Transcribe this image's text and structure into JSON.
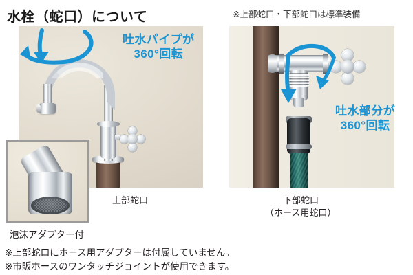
{
  "header": {
    "title": "水栓（蛇口）について",
    "top_note": "※上部蛇口・下部蛇口は標準装備"
  },
  "left_panel": {
    "rotation_label_line1": "吐水パイプが",
    "rotation_label_line2": "360°回転",
    "caption": "上部蛇口",
    "inset_caption": "泡沫アダプター付"
  },
  "right_panel": {
    "rotation_label_line1": "吐水部分が",
    "rotation_label_line2": "360°回転",
    "caption_line1": "下部蛇口",
    "caption_line2": "（ホース用蛇口）"
  },
  "footer": {
    "note_1": "※上部蛇口にホース用アダプターは付属していません。",
    "note_2": "※市販ホースのワンタッチジョイントが使用できます。"
  },
  "colors": {
    "accent_blue": "#1b94d4",
    "photo_background_left": "#e5dfd3",
    "photo_background_right": "#efebe0",
    "post_brown": "#6b5346",
    "hose_green": "#1f6b63",
    "text": "#231f20",
    "inset_border": "#9b9b9b"
  }
}
